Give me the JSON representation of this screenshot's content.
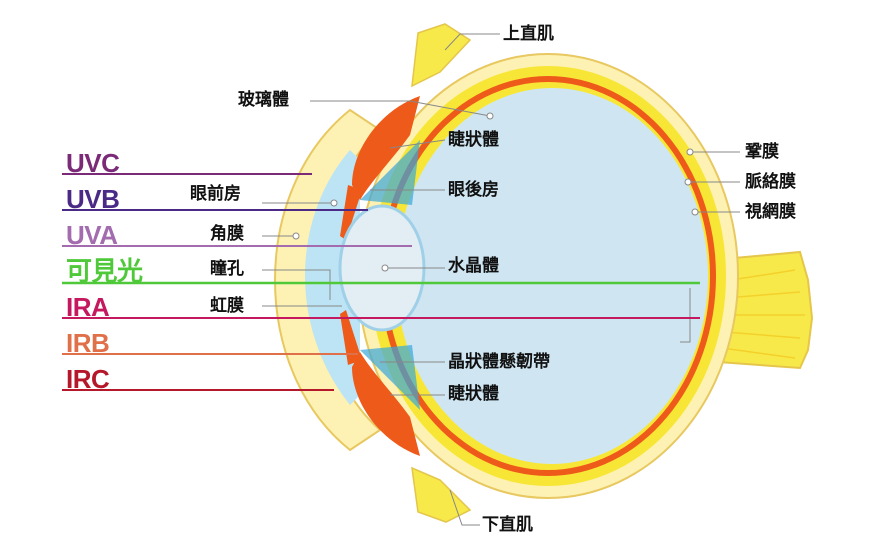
{
  "structures": {
    "superior_rectus": "上直肌",
    "vitreous": "玻璃體",
    "ciliary_upper": "睫狀體",
    "sclera": "鞏膜",
    "choroid": "脈絡膜",
    "retina": "視網膜",
    "anterior_chamber": "眼前房",
    "posterior_chamber": "眼後房",
    "cornea": "角膜",
    "pupil": "瞳孔",
    "lens": "水晶體",
    "iris": "虹膜",
    "zonules": "晶狀體懸韌帶",
    "ciliary_lower": "睫狀體",
    "inferior_rectus": "下直肌"
  },
  "bands": [
    {
      "label": "UVC",
      "color": "#7b2a78"
    },
    {
      "label": "UVB",
      "color": "#4a2a86"
    },
    {
      "label": "UVA",
      "color": "#a36cae"
    },
    {
      "label": "可見光",
      "color": "#4fc93a"
    },
    {
      "label": "IRA",
      "color": "#c5195f"
    },
    {
      "label": "IRB",
      "color": "#e0704a"
    },
    {
      "label": "IRC",
      "color": "#b5182a"
    }
  ]
}
